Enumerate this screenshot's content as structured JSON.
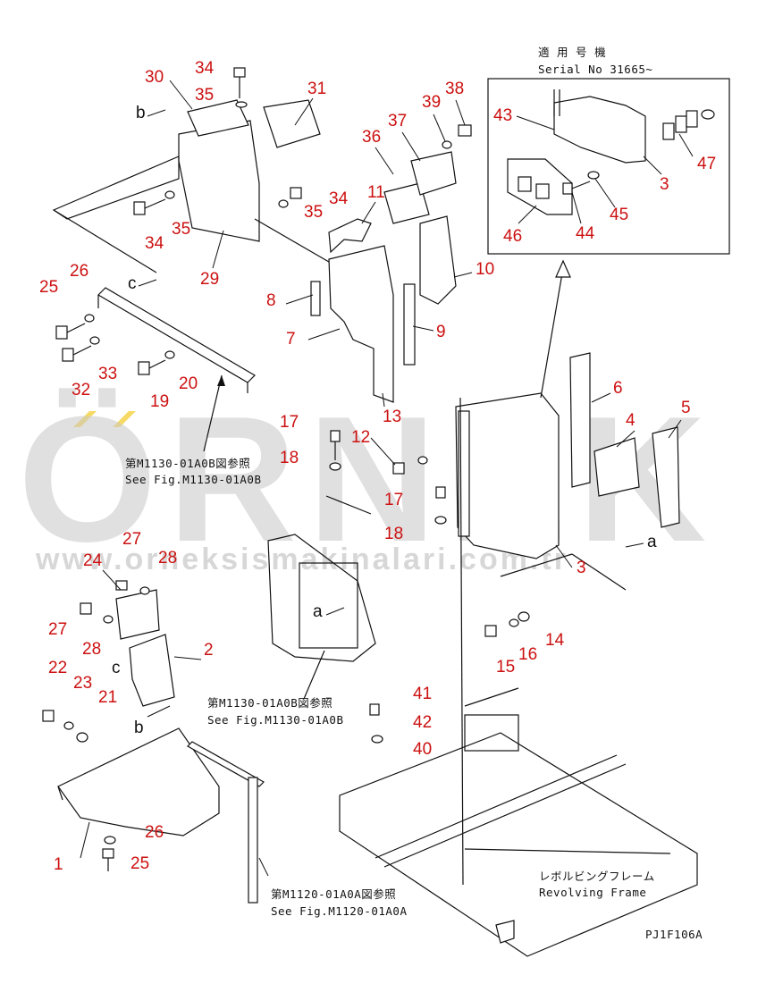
{
  "colors": {
    "callout": "#cc1111",
    "line": "#111111",
    "watermark": "#c8c8c8",
    "watermark_accent": "#f2c200"
  },
  "serial_note": {
    "line1": "適 用 号 機",
    "line2": "Serial No 31665~"
  },
  "refs": [
    {
      "jp": "第M1130-01A0B図参照",
      "en": "See Fig.M1130-01A0B"
    },
    {
      "jp": "第M1130-01A0B図参照",
      "en": "See Fig.M1130-01A0B"
    },
    {
      "jp": "第M1120-01A0A図参照",
      "en": "See Fig.M1120-01A0A"
    }
  ],
  "frame_label": {
    "jp": "レボルビングフレーム",
    "en": "Revolving Frame"
  },
  "drawing_code": "PJ1F106A",
  "watermark": {
    "brand": "ÖRNEK",
    "url": "www.orneksismakinalari.com.tr"
  },
  "view_letters": [
    "b",
    "c",
    "a",
    "a",
    "c",
    "b"
  ],
  "callouts": [
    "34",
    "30",
    "35",
    "31",
    "38",
    "39",
    "37",
    "36",
    "43",
    "11",
    "34",
    "35",
    "34",
    "35",
    "29",
    "26",
    "25",
    "33",
    "32",
    "19",
    "20",
    "8",
    "7",
    "9",
    "10",
    "13",
    "17",
    "18",
    "12",
    "6",
    "4",
    "5",
    "47",
    "3",
    "46",
    "44",
    "45",
    "17",
    "18",
    "27",
    "28",
    "24",
    "27",
    "28",
    "2",
    "22",
    "23",
    "21",
    "14",
    "16",
    "15",
    "41",
    "42",
    "40",
    "26",
    "25",
    "1",
    "3"
  ]
}
